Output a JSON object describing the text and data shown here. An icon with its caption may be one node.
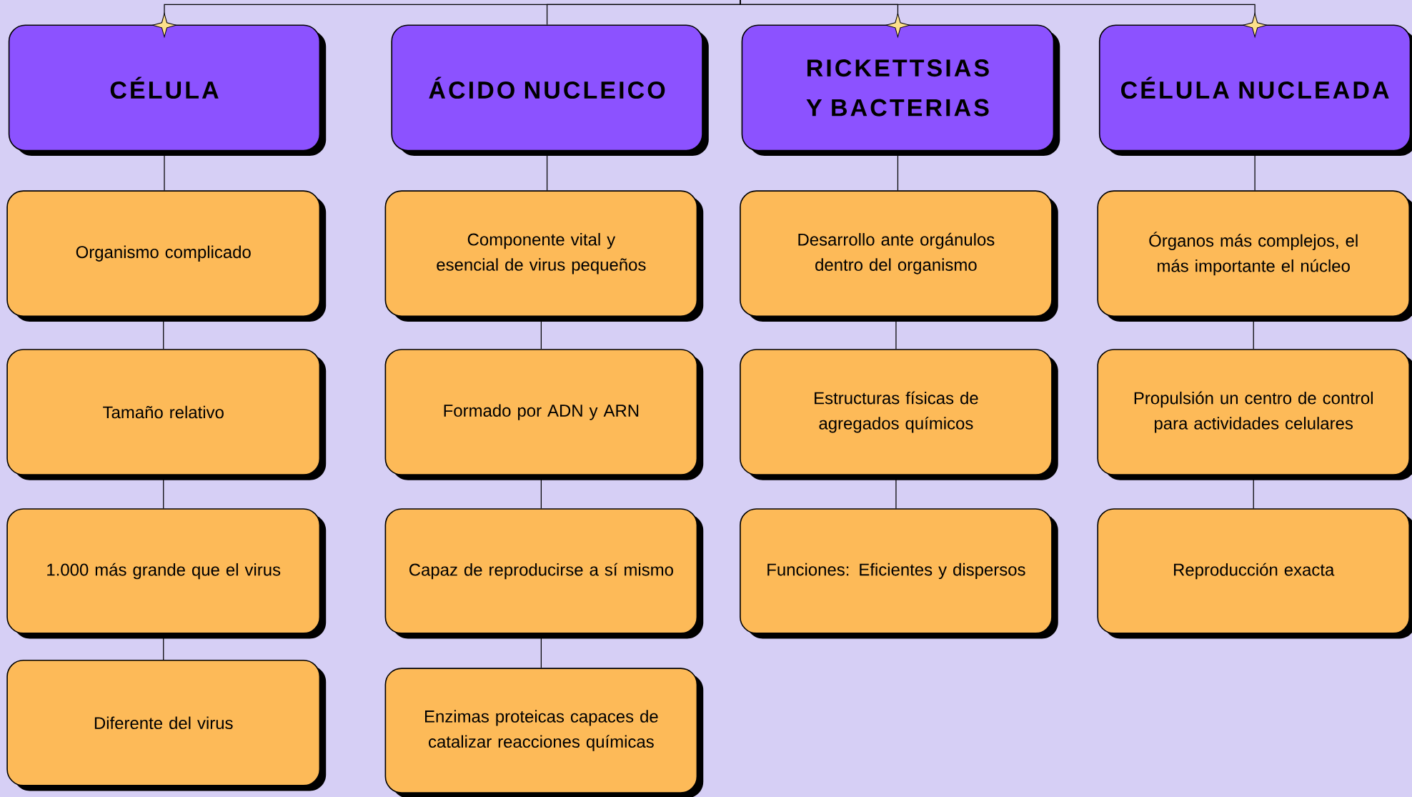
{
  "diagram": {
    "nodes": [
      {
        "text": [
          "CÉLULA"
        ]
      },
      {
        "text": [
          "Organismo complicado"
        ]
      },
      {
        "text": [
          "Tamaño relativo"
        ]
      },
      {
        "text": [
          "1.000 más grande que el virus"
        ]
      },
      {
        "text": [
          "Diferente del virus"
        ]
      },
      {
        "text": [
          "ÁCIDO NUCLEICO"
        ]
      },
      {
        "text": [
          "Componente vital y esencial de virus pequeños"
        ]
      },
      {
        "text": [
          "Formado por ADN y ARN"
        ]
      },
      {
        "text": [
          "Capaz de reproducirse a sí mismo"
        ]
      },
      {
        "text": [
          "Enzimas proteicas capaces de catalizar reacciones químicas"
        ]
      },
      {
        "text": [
          "RICKETTSIAS Y BACTERIAS"
        ]
      },
      {
        "text": [
          "Desarrollo ante orgánulos dentro del organismo"
        ]
      },
      {
        "text": [
          "Estructuras físicas de agregados químicos"
        ]
      },
      {
        "text": [
          "Funciones: Eficientes y dispersos"
        ]
      },
      {
        "text": [
          "CÉLULA NUCLEADA"
        ]
      },
      {
        "text": [
          "Órganos más complejos, el más importante el núcleo"
        ]
      },
      {
        "text": [
          "Propulsión un centro de control para actividades celulares"
        ]
      },
      {
        "text": [
          "Reproducción exacta"
        ]
      }
    ],
    "edges": [
      {
        "from": null,
        "to": 0,
        "arrow": "other"
      },
      {
        "from": null,
        "to": 5,
        "arrow": "none"
      },
      {
        "from": null,
        "to": 10,
        "arrow": "other"
      },
      {
        "from": null,
        "to": 14,
        "arrow": "other"
      },
      {
        "from": 0,
        "to": 1,
        "arrow": "none"
      },
      {
        "from": 1,
        "to": 2,
        "arrow": "none"
      },
      {
        "from": 2,
        "to": 3,
        "arrow": "none"
      },
      {
        "from": 3,
        "to": 4,
        "arrow": "none"
      },
      {
        "from": 5,
        "to": 6,
        "arrow": "none"
      },
      {
        "from": 6,
        "to": 7,
        "arrow": "none"
      },
      {
        "from": 7,
        "to": 8,
        "arrow": "none"
      },
      {
        "from": 8,
        "to": 9,
        "arrow": "none"
      },
      {
        "from": 10,
        "to": 11,
        "arrow": "none"
      },
      {
        "from": 11,
        "to": 12,
        "arrow": "none"
      },
      {
        "from": 12,
        "to": 13,
        "arrow": "none"
      },
      {
        "from": 14,
        "to": 15,
        "arrow": "none"
      },
      {
        "from": 15,
        "to": 16,
        "arrow": "none"
      },
      {
        "from": 16,
        "to": 17,
        "arrow": "none"
      }
    ]
  }
}
